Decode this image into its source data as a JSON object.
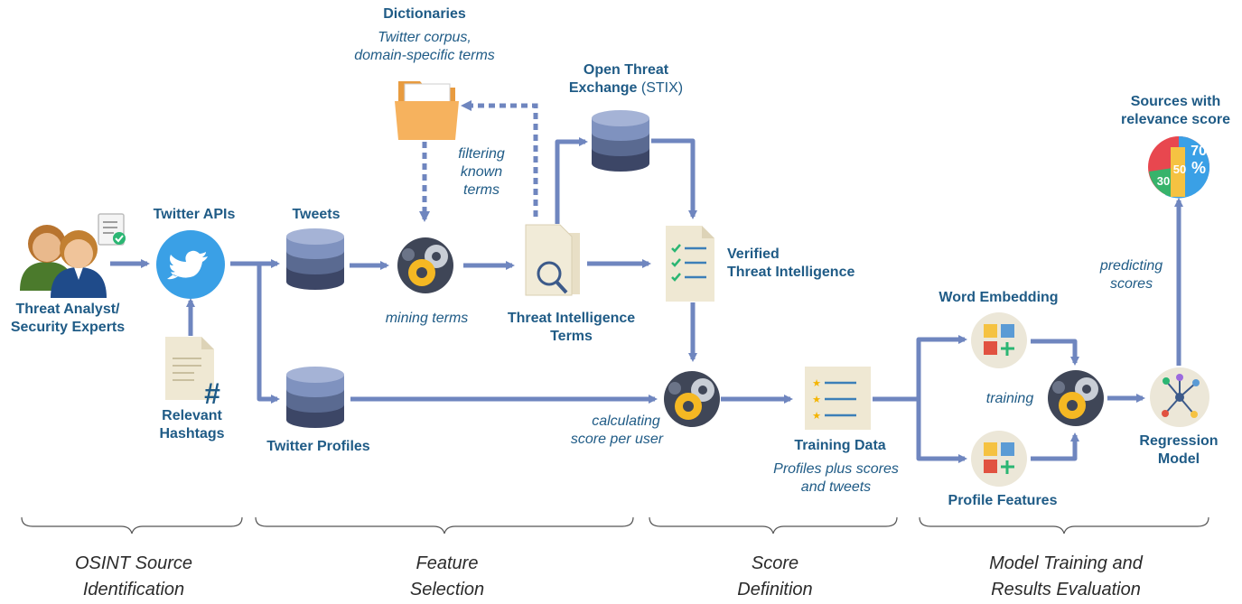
{
  "nodes": {
    "analyst": [
      "Threat Analyst/",
      "Security Experts"
    ],
    "twitter_apis": "Twitter APIs",
    "hashtags": [
      "Relevant",
      "Hashtags"
    ],
    "tweets": "Tweets",
    "profiles": "Twitter Profiles",
    "dictionaries": "Dictionaries",
    "dictionaries_desc": [
      "Twitter corpus,",
      "domain-specific terms"
    ],
    "filtering": [
      "filtering",
      "known",
      "terms"
    ],
    "mining": "mining terms",
    "ti_terms": [
      "Threat Intelligence",
      "Terms"
    ],
    "ote": [
      "Open Threat",
      "Exchange"
    ],
    "ote_suffix": "(STIX)",
    "verified": [
      "Verified",
      "Threat Intelligence"
    ],
    "calculating": [
      "calculating",
      "score per user"
    ],
    "training_data": "Training Data",
    "training_data_desc": [
      "Profiles plus scores",
      "and tweets"
    ],
    "word_embedding": "Word Embedding",
    "profile_features": "Profile Features",
    "training": "training",
    "regression": [
      "Regression",
      "Model"
    ],
    "predicting": [
      "predicting",
      "scores"
    ],
    "sources": [
      "Sources with",
      "relevance score"
    ],
    "pct_70": "70",
    "pct_50": "50",
    "pct_30": "30",
    "pct_sign": "%",
    "hash_glyph": "#"
  },
  "stages": [
    [
      "OSINT Source",
      "Identification"
    ],
    [
      "Feature",
      "Selection"
    ],
    [
      "Score",
      "Definition"
    ],
    [
      "Model Training and",
      "Results Evaluation"
    ]
  ],
  "colors": {
    "arrow": "#6f86bf",
    "label": "#1f5b86",
    "stage_text": "#2b2b2b",
    "twitter_blue": "#3aa0e6",
    "folder": "#f6b25e",
    "gear_dark": "#3f4657",
    "gear_light": "#c9ced6",
    "gear_yellow": "#f5b823",
    "db_top": "#7f92bf",
    "db_mid": "#5a6a91",
    "db_bottom": "#3c4666",
    "doc_bg": "#efe8d3",
    "check_green": "#2bb673",
    "star_yellow": "#f4b400",
    "line_blue": "#3c7fb8"
  }
}
